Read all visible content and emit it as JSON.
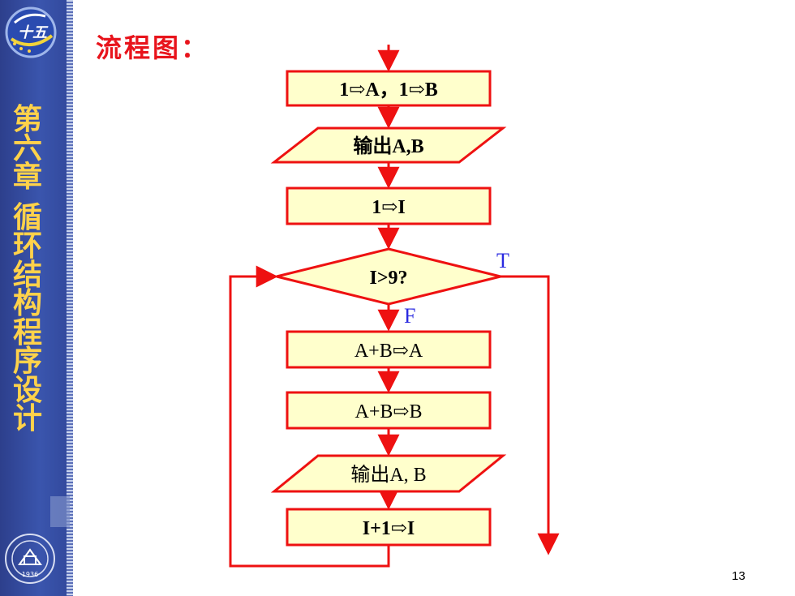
{
  "sidebar": {
    "chapter_title_chars": [
      "第",
      "六",
      "章",
      "循",
      "环",
      "结",
      "构",
      "程",
      "序",
      "设",
      "计"
    ],
    "top_logo_text": "十五",
    "bottom_logo_year": "1936"
  },
  "slide": {
    "title": "流程图：",
    "page_number": "13"
  },
  "flowchart": {
    "step1": "1⇨A，1⇨B",
    "output1": "输出A,B",
    "step2": "1⇨I",
    "condition": "I>9?",
    "true_label": "T",
    "false_label": "F",
    "step3": "A+B⇨A",
    "step4": "A+B⇨B",
    "output2": "输出A, B",
    "step5": "I+1⇨I"
  },
  "colors": {
    "line": "#ee1111",
    "box_fill": "#ffffcc",
    "title": "#e8141c",
    "branch_label": "#2a2ae0",
    "sidebar_text": "#ffd24a"
  }
}
